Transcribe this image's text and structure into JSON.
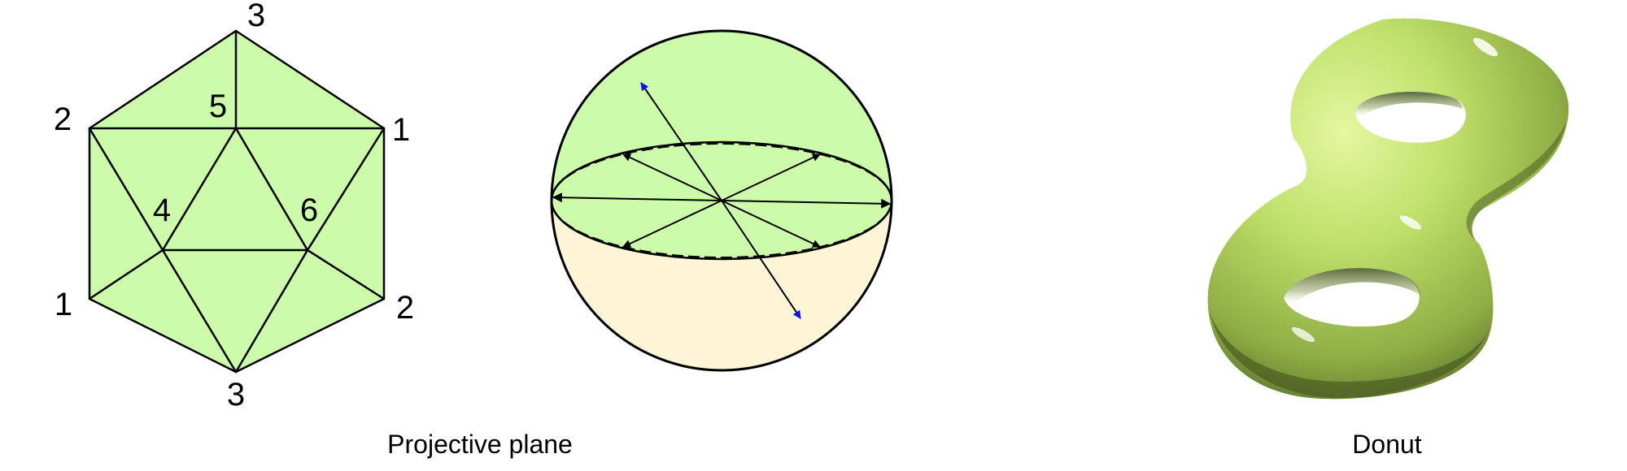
{
  "triangulation": {
    "vertex_labels": {
      "top": "3",
      "upper_left": "2",
      "upper_right": "1",
      "lower_left": "1",
      "lower_right": "2",
      "bottom": "3",
      "inner_top": "5",
      "inner_left": "4",
      "inner_right": "6"
    }
  },
  "captions": {
    "projective_plane": "Projective plane",
    "donut": "Donut"
  },
  "colors": {
    "fill_green": "#ccfcaa",
    "fill_cream": "#fdf5d6",
    "stroke": "#000000",
    "arrow_black": "#000000",
    "arrow_blue": "#0a14e6",
    "donut_light": "#d8f28c",
    "donut_mid": "#a8cc52",
    "donut_dark": "#3e4d1c"
  }
}
